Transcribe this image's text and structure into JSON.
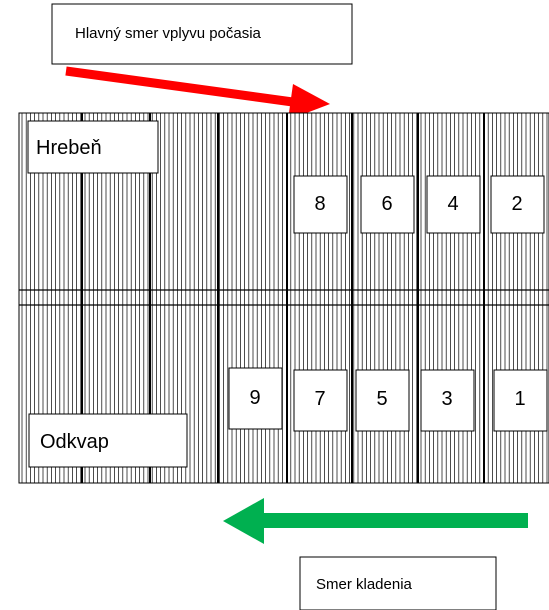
{
  "weather_box": {
    "label": "Hlavný smer vplyvu počasia"
  },
  "ridge_box": {
    "label": "Hrebeň"
  },
  "eaves_box": {
    "label": "Odkvap"
  },
  "laying_box": {
    "label": "Smer kladenia"
  },
  "top_row_numbers": [
    "8",
    "6",
    "4",
    "2"
  ],
  "bottom_row_numbers": [
    "9",
    "7",
    "5",
    "3",
    "1"
  ],
  "colors": {
    "weather_arrow": "#ff0000",
    "laying_arrow": "#00b050",
    "roof_lines": "#000000",
    "background": "#ffffff"
  }
}
